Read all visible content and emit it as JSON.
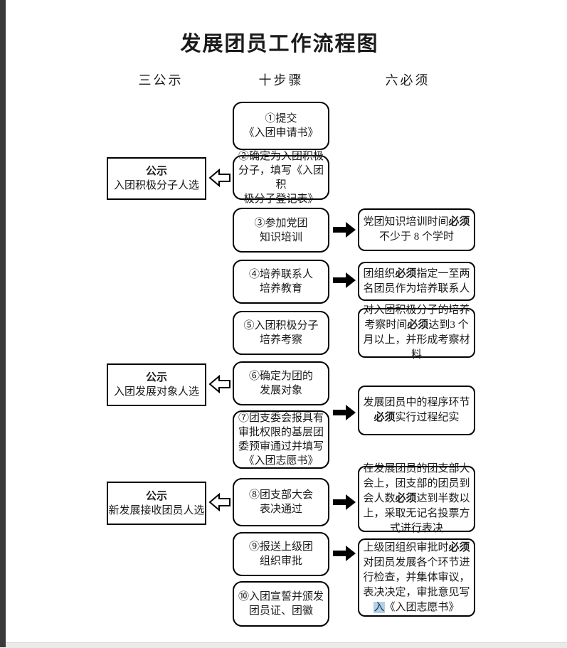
{
  "page": {
    "title": "发展团员工作流程图",
    "column_headers": [
      "三公示",
      "十步骤",
      "六必须"
    ]
  },
  "colors": {
    "box_border": "#000000",
    "highlight_bg": "#b3cfe4",
    "left_edge_strip": "#3a3a3a",
    "bottom_edge_strip": "#eaeaea"
  },
  "left_boxes": [
    {
      "title": "公示",
      "subtitle": "入团积极分子人选"
    },
    {
      "title": "公示",
      "subtitle": "入团发展对象人选"
    },
    {
      "title": "公示",
      "subtitle": "新发展接收团员人选"
    }
  ],
  "steps": [
    {
      "lines": [
        "①提交",
        "《入团申请书》"
      ]
    },
    {
      "lines": [
        "②确定为入团积极",
        "分子，填写《入团积",
        "极分子登记表》"
      ]
    },
    {
      "lines": [
        "③参加党团",
        "知识培训"
      ]
    },
    {
      "lines": [
        "④培养联系人",
        "培养教育"
      ]
    },
    {
      "lines": [
        "⑤入团积极分子",
        "培养考察"
      ]
    },
    {
      "lines": [
        "⑥确定为团的",
        "发展对象"
      ]
    },
    {
      "lines": [
        "⑦团支委会报具有",
        "审批权限的基层团",
        "委预审通过并填写",
        "《入团志愿书》"
      ]
    },
    {
      "lines": [
        "⑧团支部大会",
        "表决通过"
      ]
    },
    {
      "lines": [
        "⑨报送上级团",
        "组织审批"
      ]
    },
    {
      "lines": [
        "⑩入团宣誓并颁发",
        "团员证、团徽"
      ]
    }
  ],
  "requirements": [
    {
      "parts": [
        {
          "t": "党团知识培训时间"
        },
        {
          "t": "必须",
          "b": true
        },
        {
          "t": "不少于 8 个学时"
        }
      ]
    },
    {
      "parts": [
        {
          "t": "团组织"
        },
        {
          "t": "必须",
          "b": true
        },
        {
          "t": "指定一至两名团员作为培养联系人"
        }
      ]
    },
    {
      "parts": [
        {
          "t": "对入团积极分子的培养考察时间"
        },
        {
          "t": "必须",
          "b": true
        },
        {
          "t": "达到3 个月以上，并形成考察材料"
        }
      ]
    },
    {
      "parts": [
        {
          "t": "发展团员中的程序环节"
        },
        {
          "t": "必须",
          "b": true
        },
        {
          "t": "实行过程纪实"
        }
      ]
    },
    {
      "parts": [
        {
          "t": "在发展团员的团支部大会上，团支部的团员到会人数"
        },
        {
          "t": "必须",
          "b": true
        },
        {
          "t": "达到半数以上，采取无记名投票方式进行表决"
        }
      ]
    },
    {
      "parts": [
        {
          "t": "上级团组织审批时"
        },
        {
          "t": "必须",
          "b": true
        },
        {
          "t": "对团员发展各个环节进行检查，并集体审议，表决决定，审批意见写"
        },
        {
          "t": "入",
          "hl": true
        },
        {
          "t": "《入团志愿书》"
        }
      ]
    }
  ]
}
